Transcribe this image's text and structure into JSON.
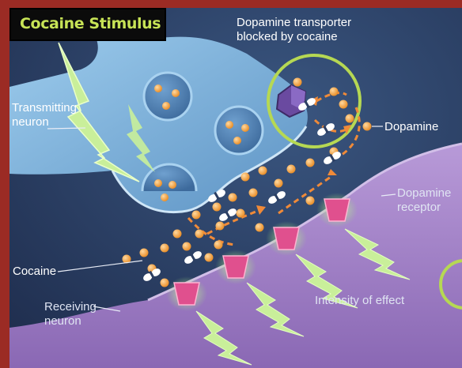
{
  "title": "Cocaine Stimulus",
  "labels": {
    "transmitting_neuron": [
      "Transmitting",
      "neuron"
    ],
    "dopamine_transporter": [
      "Dopamine transporter",
      "blocked by cocaine"
    ],
    "dopamine": "Dopamine",
    "dopamine_receptor": [
      "Dopamine",
      "receptor"
    ],
    "cocaine": "Cocaine",
    "receiving_neuron": [
      "Receiving",
      "neuron"
    ],
    "intensity_of_effect": "Intensity of effect"
  },
  "colors": {
    "background_frame": "#9b2b24",
    "title_text": "#c7e356",
    "dopamine": "#f0a23c",
    "cocaine": "#ffffff",
    "receptor": "#e0508e",
    "transporter": "#6a4aa0",
    "highlight_ring": "#b6d853",
    "signal_bolt": "#c9ef9a",
    "transmitting_neuron": "#7fb4dc",
    "receiving_neuron": "#a383c6"
  }
}
